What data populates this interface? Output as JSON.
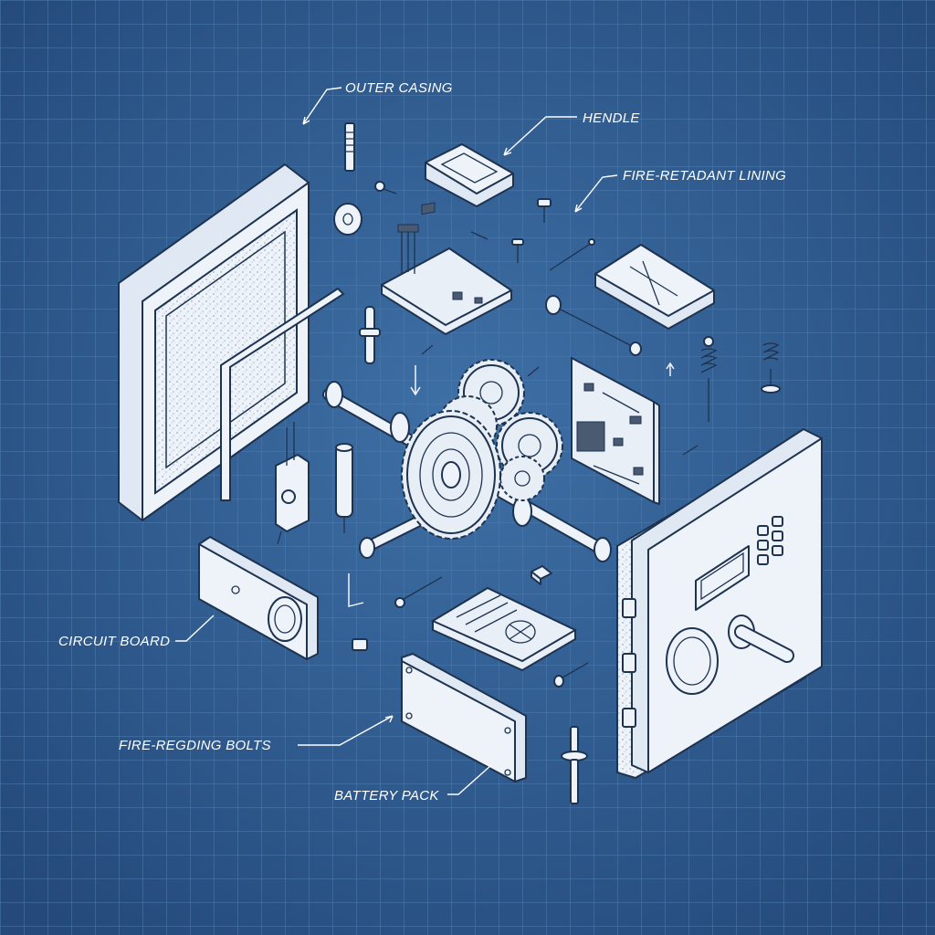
{
  "labels": {
    "outer_casing": "OUTER CASING",
    "handle": "HENDLE",
    "lining": "FIRE-RETADANT LINING",
    "circuit_board": "CIRCUIT BOARD",
    "bolts": "FIRE-REGDING BOLTS",
    "battery_pack": "BATTERY PACK"
  },
  "colors": {
    "background": "#2d5b8e",
    "grid_line": "#4f7db0",
    "ink": "#1e3350",
    "part_fill": "#eef3fa",
    "label_text": "#ffffff"
  }
}
